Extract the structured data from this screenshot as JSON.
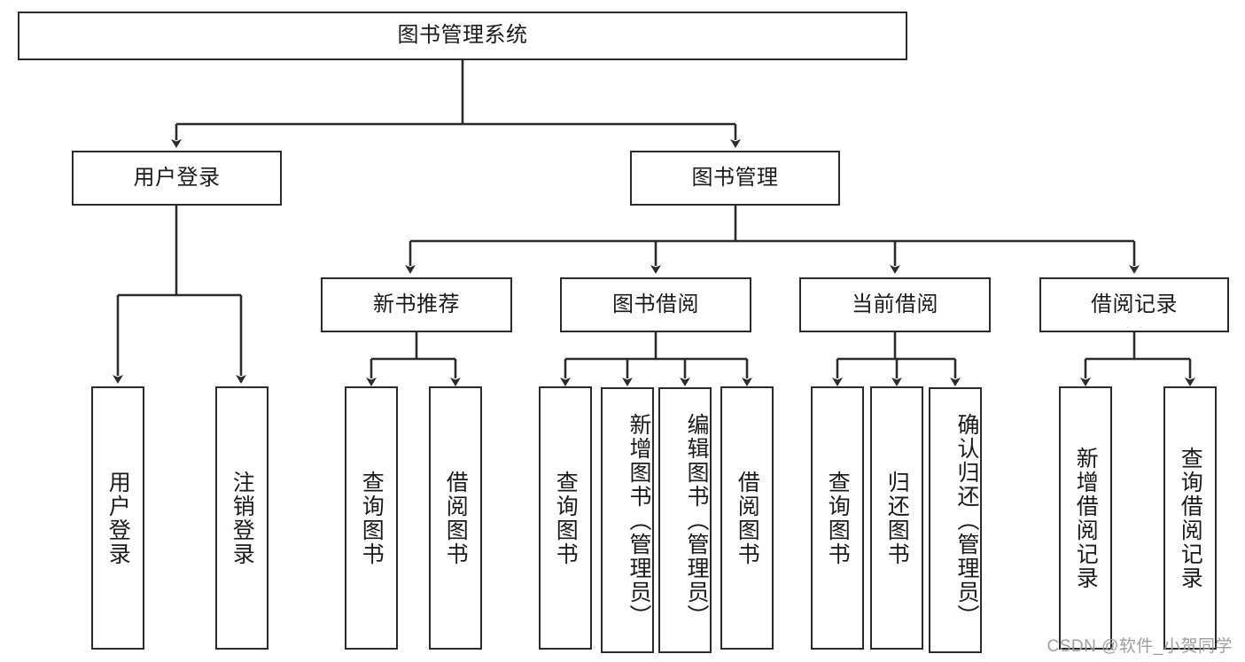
{
  "diagram": {
    "title": "图书管理系统",
    "type": "tree-hierarchy-chart",
    "watermark": "CSDN @软件_小贺同学",
    "stroke_color": "#2b2b2b",
    "fill_color": "#ffffff",
    "text_color": "#1a1a1a",
    "root": {
      "label": "图书管理系统"
    },
    "level2": [
      {
        "label": "用户登录"
      },
      {
        "label": "图书管理"
      }
    ],
    "level3": [
      {
        "label": "新书推荐"
      },
      {
        "label": "图书借阅"
      },
      {
        "label": "当前借阅"
      },
      {
        "label": "借阅记录"
      }
    ],
    "leaves": {
      "user_login": [
        {
          "label": "用户登录"
        },
        {
          "label": "注销登录"
        }
      ],
      "new_book_recommend": [
        {
          "label": "查询图书"
        },
        {
          "label": "借阅图书"
        }
      ],
      "book_borrow": [
        {
          "label": "查询图书"
        },
        {
          "label": "新增图书（管理员）"
        },
        {
          "label": "编辑图书（管理员）"
        },
        {
          "label": "借阅图书"
        }
      ],
      "current_borrow": [
        {
          "label": "查询图书"
        },
        {
          "label": "归还图书"
        },
        {
          "label": "确认归还（管理员）"
        }
      ],
      "borrow_record": [
        {
          "label": "新增借阅记录"
        },
        {
          "label": "查询借阅记录"
        }
      ]
    }
  }
}
